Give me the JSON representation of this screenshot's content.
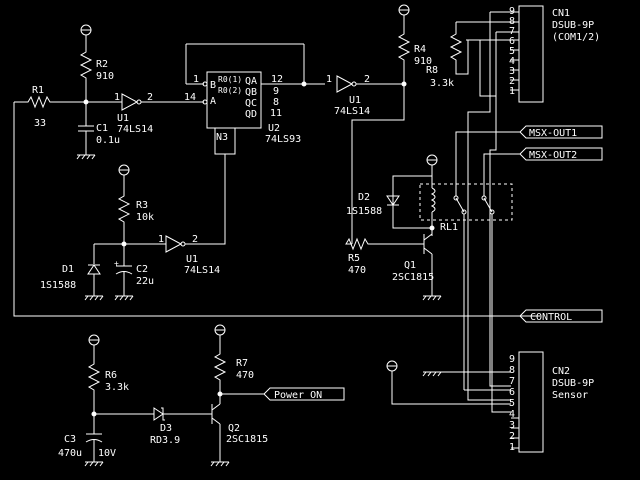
{
  "components": {
    "r1": {
      "ref": "R1",
      "value": "33"
    },
    "r2": {
      "ref": "R2",
      "value": "910"
    },
    "r3": {
      "ref": "R3",
      "value": "10k"
    },
    "r4": {
      "ref": "R4",
      "value": "910"
    },
    "r5": {
      "ref": "R5",
      "value": "470"
    },
    "r6": {
      "ref": "R6",
      "value": "3.3k"
    },
    "r7": {
      "ref": "R7",
      "value": "470"
    },
    "r8": {
      "ref": "R8",
      "value": "3.3k"
    },
    "c1": {
      "ref": "C1",
      "value": "0.1u"
    },
    "c2": {
      "ref": "C2",
      "value": "22u"
    },
    "c3": {
      "ref": "C3",
      "value": "470u",
      "value2": "10V"
    },
    "d1": {
      "ref": "D1",
      "value": "1S1588"
    },
    "d2": {
      "ref": "D2",
      "value": "1S1588"
    },
    "d3": {
      "ref": "D3",
      "value": "RD3.9"
    },
    "u1a": {
      "ref": "U1",
      "value": "74LS14"
    },
    "u1b": {
      "ref": "U1",
      "value": "74LS14"
    },
    "u1c": {
      "ref": "U1",
      "value": "74LS14"
    },
    "u2": {
      "ref": "U2",
      "value": "74LS93"
    },
    "q1": {
      "ref": "Q1",
      "value": "2SC1815"
    },
    "q2": {
      "ref": "Q2",
      "value": "2SC1815"
    },
    "rl1": {
      "ref": "RL1"
    },
    "cn1": {
      "ref": "CN1",
      "value": "DSUB-9P",
      "note": "(COM1/2)"
    },
    "cn2": {
      "ref": "CN2",
      "value": "DSUB-9P",
      "note": "Sensor"
    }
  },
  "ic_u2": {
    "pins_left": [
      "A",
      "B"
    ],
    "pins_right": [
      "QA",
      "QB",
      "QC",
      "QD"
    ],
    "reset_labels": [
      "R0(1)",
      "R0(2)"
    ],
    "bottom": "N3",
    "pin_numbers": [
      "1",
      "14",
      "12",
      "9",
      "8",
      "11"
    ]
  },
  "gate_pins": {
    "in": "1",
    "out": "2"
  },
  "connector_pins": [
    "9",
    "8",
    "7",
    "6",
    "5",
    "4",
    "3",
    "2",
    "1"
  ],
  "net_labels": {
    "msx_out1": "MSX-OUT1",
    "msx_out2": "MSX-OUT2",
    "control": "CONTROL",
    "power_on": "Power ON"
  }
}
